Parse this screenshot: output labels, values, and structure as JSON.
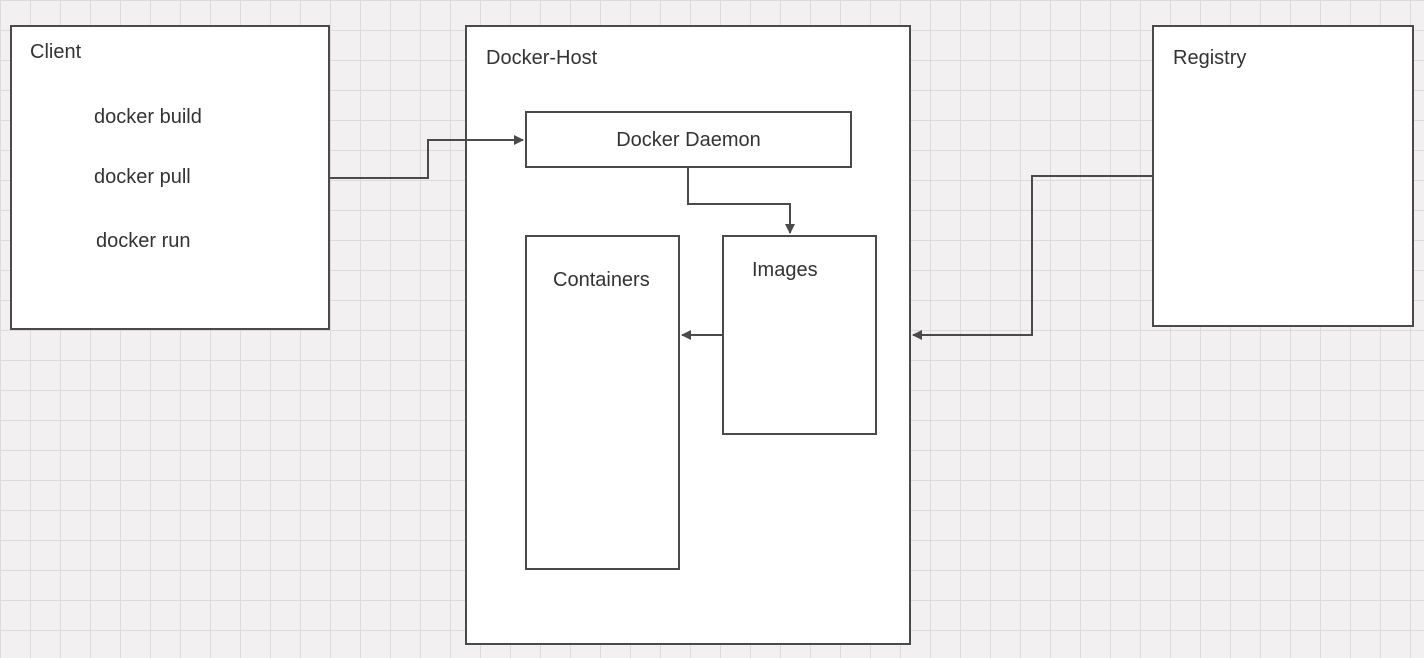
{
  "client": {
    "title": "Client",
    "commands": [
      "docker build",
      "docker pull",
      "docker run"
    ]
  },
  "docker_host": {
    "title": "Docker-Host",
    "daemon": "Docker Daemon",
    "containers": "Containers",
    "images": "Images"
  },
  "registry": {
    "title": "Registry"
  },
  "colors": {
    "background": "#f2f0f0",
    "grid": "#dcdada",
    "box_fill": "#ffffff",
    "stroke": "#4a4a4a",
    "text": "#333333"
  }
}
